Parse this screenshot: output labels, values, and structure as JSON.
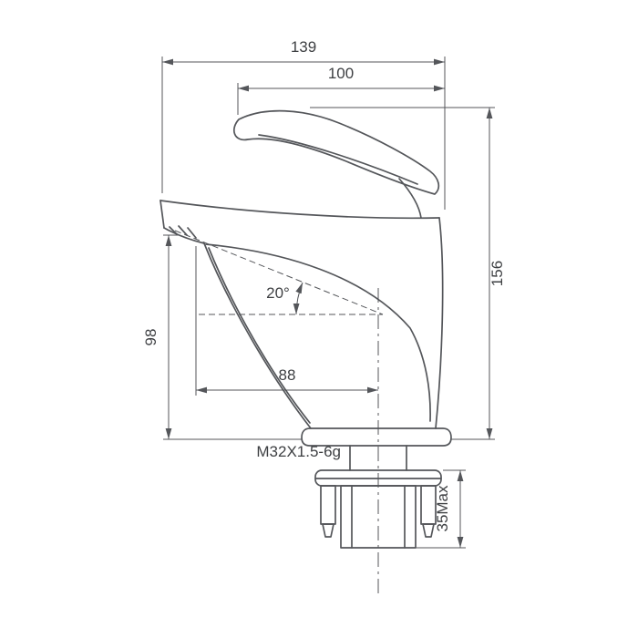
{
  "drawing": {
    "type": "technical-dimension-drawing",
    "subject": "single-lever basin faucet side elevation",
    "dimensions": {
      "overall_length_top": "139",
      "handle_length_top": "100",
      "overall_height_right": "156",
      "spout_height_left": "98",
      "spout_angle": "20°",
      "spout_to_center_offset": "88",
      "thread_spec": "M32X1.5-6g",
      "mounting_thickness_max": "35Max"
    },
    "style": {
      "line_color": "#54565a",
      "text_color": "#3e4043",
      "background": "#ffffff"
    }
  }
}
